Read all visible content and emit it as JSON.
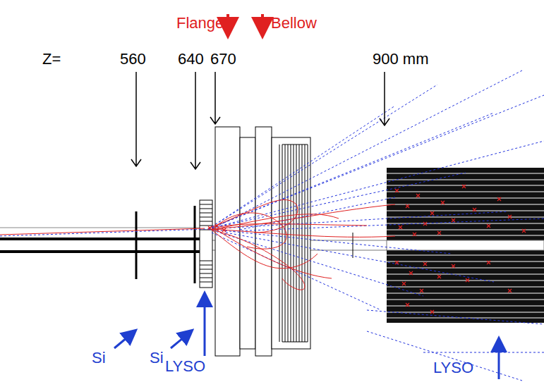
{
  "diagram": {
    "labels": [
      "Flange",
      "Bellow",
      "Z=",
      "560",
      "640",
      "670",
      "900 mm",
      "Si",
      "Si",
      "LYSO",
      "LYSO"
    ]
  }
}
